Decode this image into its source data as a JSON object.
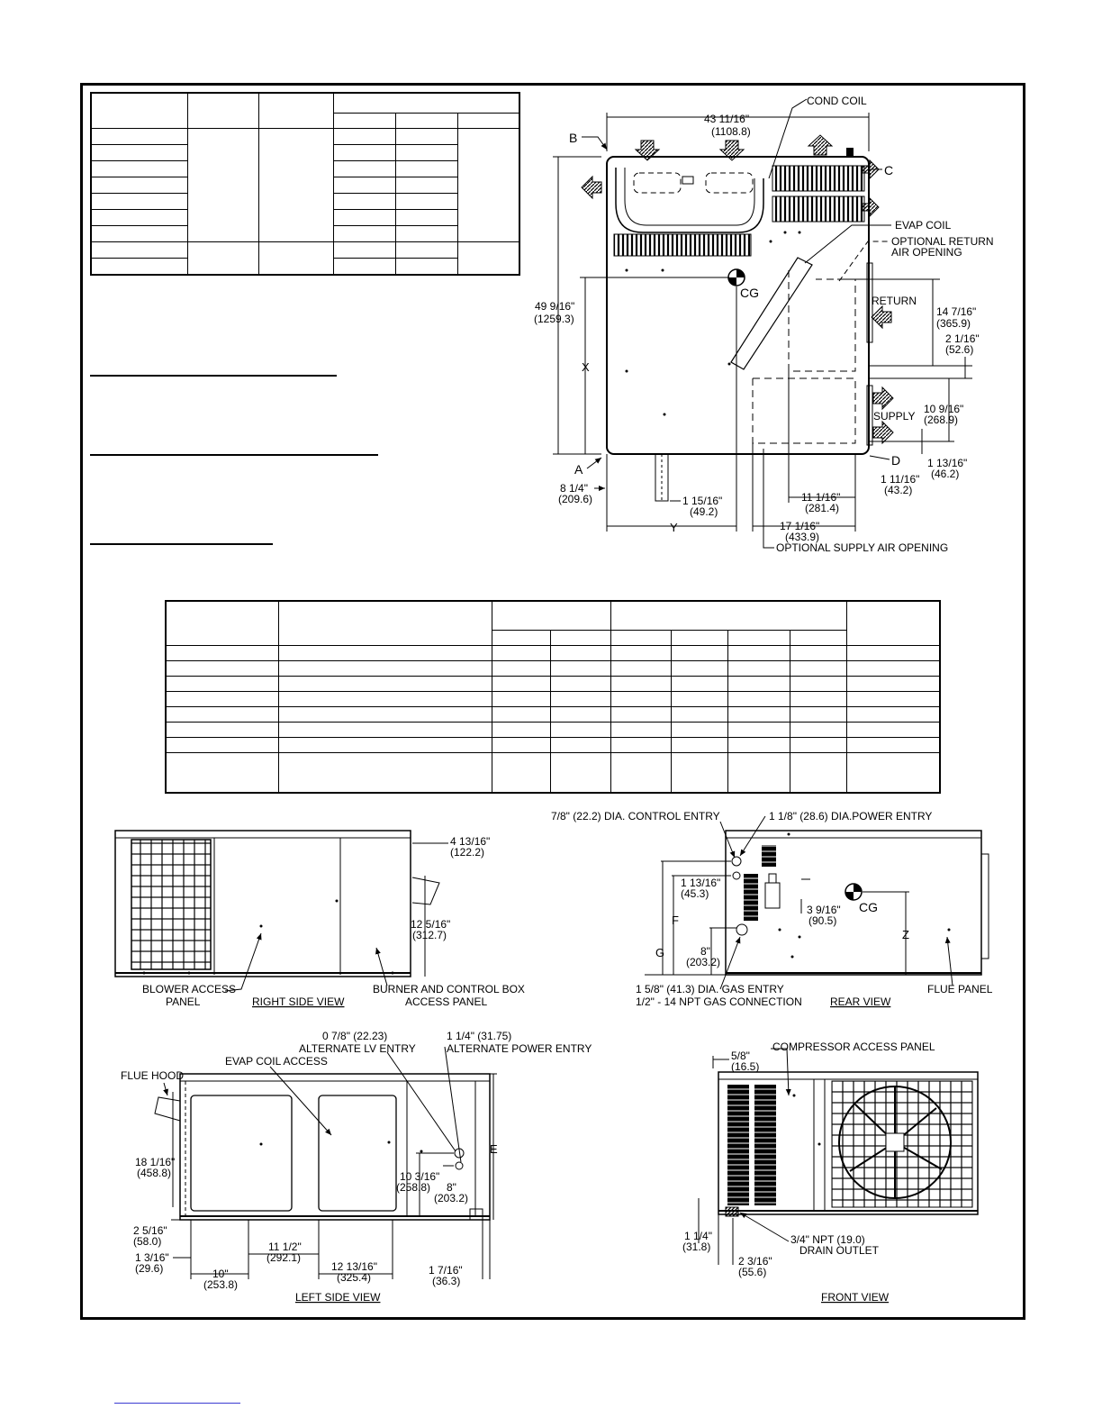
{
  "top_view": {
    "width_dim": "43 11/16\"",
    "width_mm": "(1108.8)",
    "height_dim": "49 9/16\"",
    "height_mm": "(1259.3)",
    "labels": {
      "cond_coil": "COND COIL",
      "evap_coil": "EVAP COIL",
      "opt_return_1": "OPTIONAL RETURN",
      "opt_return_2": "AIR OPENING",
      "return": "RETURN",
      "supply": "SUPPLY",
      "cg": "CG",
      "opt_supply": "OPTIONAL SUPPLY AIR OPENING",
      "b": "B",
      "c": "C",
      "a": "A",
      "d": "D",
      "x": "X",
      "y": "Y"
    },
    "dims": {
      "d1": "14 7/16\"",
      "d1m": "(365.9)",
      "d2": "2 1/16\"",
      "d2m": "(52.6)",
      "d3": "10 9/16\"",
      "d3m": "(268.9)",
      "d4": "1 13/16\"",
      "d4m": "(46.2)",
      "d5": "1 11/16\"",
      "d5m": "(43.2)",
      "d6": "11 1/16\"",
      "d6m": "(281.4)",
      "d7": "17 1/16\"",
      "d7m": "(433.9)",
      "d8": "8 1/4\"",
      "d8m": "(209.6)",
      "d9": "1 15/16\"",
      "d9m": "(49.2)"
    }
  },
  "right_side_view": {
    "title": "RIGHT SIDE VIEW",
    "blower_1": "BLOWER ACCESS",
    "blower_2": "PANEL",
    "burner_1": "BURNER AND CONTROL BOX",
    "burner_2": "ACCESS PANEL",
    "d1": "4 13/16\"",
    "d1m": "(122.2)",
    "d2": "12 5/16\"",
    "d2m": "(312.7)"
  },
  "rear_view": {
    "title": "REAR VIEW",
    "control_entry": "7/8\" (22.2) DIA. CONTROL ENTRY",
    "power_entry": "1 1/8\" (28.6) DIA.POWER ENTRY",
    "gas_1": "1 5/8\" (41.3) DIA. GAS ENTRY",
    "gas_2": "1/2\" - 14 NPT GAS CONNECTION",
    "flue_panel": "FLUE PANEL",
    "cg": "CG",
    "f": "F",
    "g": "G",
    "z": "Z",
    "d1": "1 13/16\"",
    "d1m": "(45.3)",
    "d2": "3 9/16\"",
    "d2m": "(90.5)",
    "d3": "8\"",
    "d3m": "(203.2)"
  },
  "left_side_view": {
    "title": "LEFT SIDE VIEW",
    "flue_hood": "FLUE HOOD",
    "evap_access": "EVAP COIL ACCESS",
    "lv_1": "0 7/8\" (22.23)",
    "lv_2": "ALTERNATE LV ENTRY",
    "pw_1": "1 1/4\" (31.75)",
    "pw_2": "ALTERNATE POWER ENTRY",
    "e": "E",
    "d1": "18 1/16\"",
    "d1m": "(458.8)",
    "d2": "10 3/16\"",
    "d2m": "(258.8)",
    "d3": "8\"",
    "d3m": "(203.2)",
    "d4": "2 5/16\"",
    "d4m": "(58.0)",
    "d5": "1 3/16\"",
    "d5m": "(29.6)",
    "d6": "10\"",
    "d6m": "(253.8)",
    "d7": "11 1/2\"",
    "d7m": "(292.1)",
    "d8": "12 13/16\"",
    "d8m": "(325.4)",
    "d9": "1 7/16\"",
    "d9m": "(36.3)"
  },
  "front_view": {
    "title": "FRONT VIEW",
    "comp_panel": "COMPRESSOR ACCESS PANEL",
    "drain_1": "3/4\" NPT (19.0)",
    "drain_2": "DRAIN OUTLET",
    "d1": "5/8\"",
    "d1m": "(16.5)",
    "d2": "1 1/4\"",
    "d2m": "(31.8)",
    "d3": "2 3/16\"",
    "d3m": "(55.6)"
  }
}
